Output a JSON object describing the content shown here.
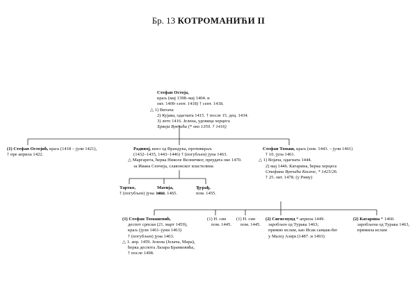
{
  "header": {
    "number": "Бр. 13",
    "name": "КОТРОМАНИЋИ II"
  },
  "nodes": {
    "root": {
      "name": "Стефан Остоја,",
      "lines": [
        "краљ (мај 1398–мај 1404. и",
        "окт. 1409–септ. 1418) † септ. 1418.",
        "△ 1) Витача",
        "2) Кујава, одагната 1415. † после 15. дец. 1434.",
        "3) лето 1416. Јелена, удовица херцега",
        "Хрвоја Вукчића (* око 1350. † 1416)"
      ]
    },
    "c1": {
      "name": "(1) Стефан Остојић,",
      "lines": [
        "краљ (1418 – јули 1421),",
        "† пре априла 1422."
      ]
    },
    "c2": {
      "name": "Радивој,",
      "lines": [
        "кнез од Врандука, противкраљ",
        "(1432–1435, 1443–1446) † (погубљен) јуна 1463.",
        "△ Маргарета, ћерка Николе Велничког, преудата око 1470.",
        "за Ивана Сенчеја, славонског властелина"
      ]
    },
    "c3": {
      "name": "Стефан Томаш,",
      "lines": [
        "краљ (нов. 1443. – јули 1461)",
        "† 10. јула 1461.",
        "△ 1) Војача, одагната 1444.",
        "2) мај 1446. Катарина, ћерка херцега",
        "Стефана Вукчића Косаче, * 1425/26.",
        "† 25. окт. 1478. (у Риму)"
      ]
    },
    "g1": {
      "name": "Тартко,",
      "lines": [
        "† (погубљен) јуна 1463."
      ]
    },
    "g2": {
      "name": "Матија,",
      "lines": [
        "пом. 1465."
      ]
    },
    "g3": {
      "name": "Ђурађ,",
      "lines": [
        "пом. 1455."
      ]
    },
    "t1": {
      "name": "(1) Стефан Томашевић,",
      "lines": [
        "деспот српски (21. март 1459),",
        "краљ (јули 1461–јуни 1463)",
        "† (погубљен) јуна 1463.",
        "△ 1. апр. 1459. Јелена (Јелача, Мара),",
        "ћерка деспота Лазара Бранковића,",
        "† после 1498."
      ]
    },
    "t2": {
      "name": "(1) Н. син",
      "lines": [
        "пом. 1445."
      ]
    },
    "t3": {
      "name": "(1) Н. син",
      "lines": [
        "пом. 1445."
      ]
    },
    "t4": {
      "name": "(2) Сигисмунд",
      "lines": [
        "* априла 1449.",
        "заробљен од Турака 1463;",
        "примио ислам, као Исак санџак-бег",
        "у Малој Азији (1487. и 1493)"
      ]
    },
    "t5": {
      "name": "(2) Катарина",
      "lines": [
        "* 1460.",
        "заробљена од Турака 1463,",
        "примила ислам"
      ]
    }
  }
}
